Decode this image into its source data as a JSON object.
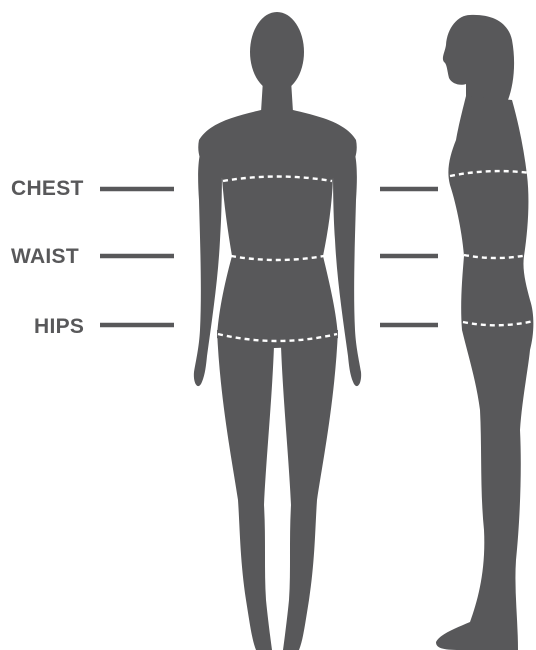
{
  "measurements": [
    {
      "key": "chest",
      "label": "CHEST"
    },
    {
      "key": "waist",
      "label": "WAIST"
    },
    {
      "key": "hips",
      "label": "HIPS"
    }
  ],
  "colors": {
    "silhouette": "#58585a",
    "measure_line": "#ffffff",
    "label_text": "#58585a",
    "background": "#ffffff"
  },
  "figures": [
    {
      "view": "front"
    },
    {
      "view": "side"
    }
  ]
}
